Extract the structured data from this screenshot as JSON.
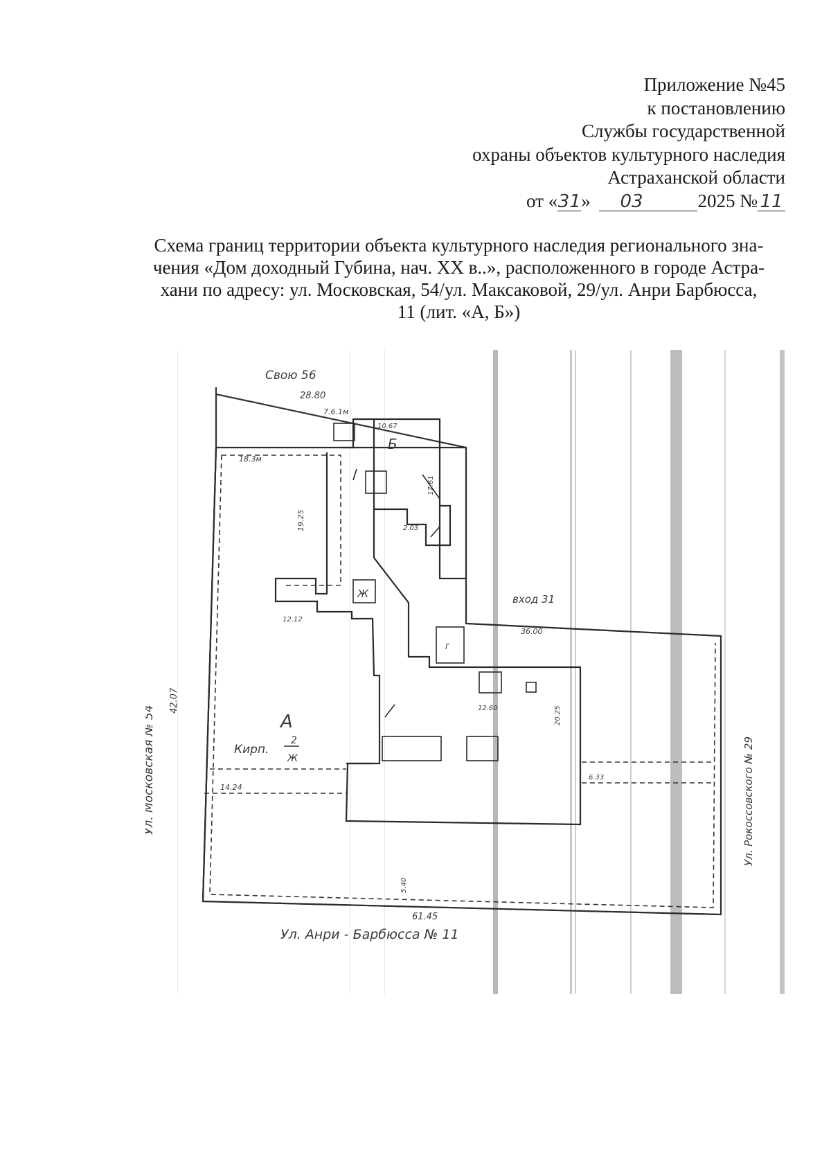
{
  "header": {
    "line1": "Приложение №45",
    "line2": "к постановлению",
    "line3": "Службы государственной",
    "line4": "охраны объектов культурного наследия",
    "line5": "Астраханской области",
    "date_prefix": "от «",
    "date_day": "31",
    "date_mid": "»",
    "date_month": "03",
    "date_year": "2025 №",
    "doc_number": "11"
  },
  "title": {
    "line1": "Схема границ территории объекта культурного наследия регионального зна-",
    "line2": "чения «Дом доходный Губина, нач. XX в..», расположенного в городе Астра-",
    "line3": "хани по адресу: ул. Московская, 54/ул. Максаковой, 29/ул. Анри Барбюсса,",
    "line4": "11 (лит. «А, Б»)"
  },
  "plan": {
    "top_label": "Свою 56",
    "top_dim": "28.80",
    "top_small": "7.6.1м",
    "dim_top_left": "18.3м",
    "dim_top_mid": "10.67",
    "letter_b": "Б",
    "letter_a": "А",
    "dim_vertical_left": "19.25",
    "dim_right_top": "17.61",
    "dim_203": "2.03",
    "neighbor_31": "вход 31",
    "dim_3600": "36.00",
    "left_street": "Ул. Московская № 54",
    "left_dim": "42.07",
    "right_street": "Ул. Рокоссовского № 29",
    "bottom_street": "Ул. Анри - Барбюсса № 11",
    "bottom_dim": "61.45",
    "kirp_label": "Кирп.",
    "fraction_top": "2",
    "fraction_bottom": "Ж",
    "symbol_zh": "Ж",
    "symbol_g": "Г",
    "dim_1424": "14.24",
    "dim_1212": "12.12",
    "dim_1260": "12.60",
    "dim_2025": "20.25",
    "dim_540": "5.40",
    "dim_6330": "6.33"
  }
}
